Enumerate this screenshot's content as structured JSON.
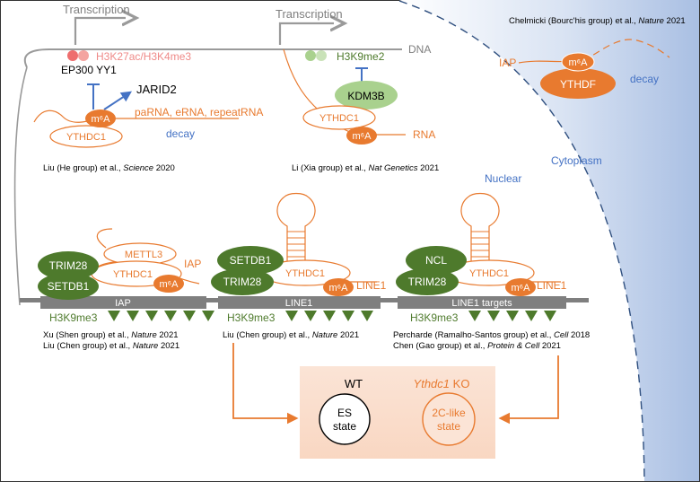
{
  "colors": {
    "orange": "#E87A2F",
    "green_dark": "#4E7A2C",
    "green_light": "#A9D18E",
    "pink": "#EF8A88",
    "blue_text": "#4472C4",
    "gray": "#7F7F7F",
    "cytoplasm_fill": "#BFCFEA",
    "ko_box": "#FBE2D3"
  },
  "labels": {
    "transcription_1": "Transcription",
    "transcription_2": "Transcription",
    "dna": "DNA",
    "h3k27ac_h3k4me3": "H3K27ac/H3K4me3",
    "h3k9me2": "H3K9me2",
    "ep300_yy1": "EP300 YY1",
    "jarid2": "JARID2",
    "m6a": "m⁶A",
    "rna_types": "paRNA, eRNA, repeatRNA",
    "ythdc1": "YTHDC1",
    "decay": "decay",
    "kdm3b": "KDM3B",
    "rna": "RNA",
    "nuclear": "Nuclear",
    "cytoplasm": "Cytoplasm",
    "iap": "IAP",
    "ythdf": "YTHDF",
    "trim28": "TRIM28",
    "setdb1": "SETDB1",
    "mettl3": "METTL3",
    "ncl": "NCL",
    "line1": "LINE1",
    "line1_targets": "LINE1 targets",
    "h3k9me3": "H3K9me3",
    "wt": "WT",
    "es_state_1": "ES",
    "es_state_2": "state",
    "ko_gene": "Ythdc1",
    "ko_suffix": " KO",
    "twoc_1": "2C-like",
    "twoc_2": "state"
  },
  "citations": {
    "liu_he": {
      "text": "Liu (He group) et al., ",
      "journal": "Science",
      "year": " 2020"
    },
    "li_xia": {
      "text": "Li (Xia group) et al., ",
      "journal": "Nat Genetics",
      "year": " 2021"
    },
    "chelmicki": {
      "text": "Chelmicki (Bourc'his group) et al., ",
      "journal": "Nature",
      "year": " 2021"
    },
    "xu_shen": {
      "text": "Xu (Shen group) et al., ",
      "journal": "Nature",
      "year": " 2021"
    },
    "liu_chen_1": {
      "text": "Liu (Chen group) et al., ",
      "journal": "Nature",
      "year": " 2021"
    },
    "liu_chen_2": {
      "text": "Liu (Chen group) et al., ",
      "journal": "Nature",
      "year": " 2021"
    },
    "percharde": {
      "text": "Percharde (Ramalho-Santos group) et al., ",
      "journal": "Cell",
      "year": " 2018"
    },
    "chen_gao": {
      "text": "Chen (Gao group) et al., ",
      "journal": "Protein & Cell",
      "year": " 2021"
    }
  }
}
